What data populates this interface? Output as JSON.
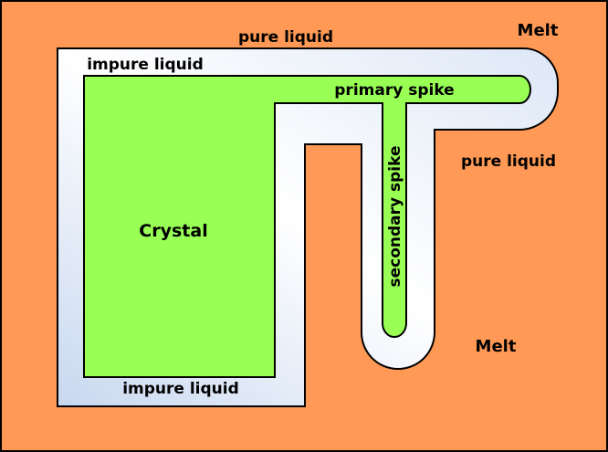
{
  "diagram": {
    "labels": {
      "melt_top": "Melt",
      "melt_bottom": "Melt",
      "pure_liquid_top": "pure liquid",
      "pure_liquid_right": "pure liquid",
      "impure_liquid_top": "impure liquid",
      "impure_liquid_bottom": "impure liquid",
      "primary_spike": "primary spike",
      "secondary_spike": "secondary spike",
      "crystal": "Crystal"
    },
    "colors": {
      "melt": "#ff9955",
      "liquid_layer": "#ffffff",
      "liquid_tint": "#c8d8f0",
      "crystal": "#99ff55",
      "outline": "#000000"
    }
  }
}
